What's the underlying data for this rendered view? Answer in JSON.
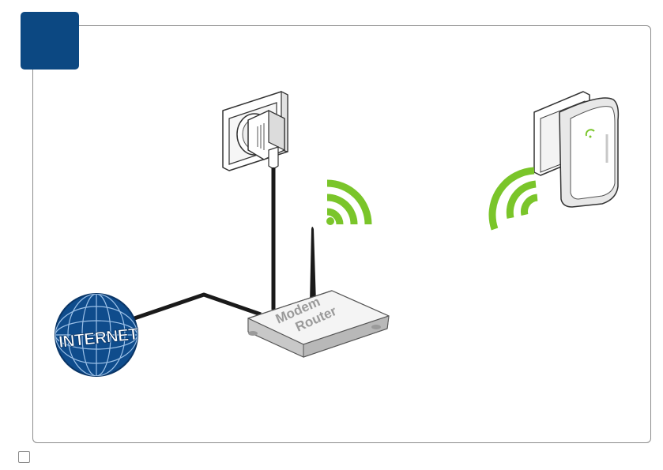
{
  "diagram": {
    "globe_label": "INTERNET",
    "router_label_line1": "Modem",
    "router_label_line2": "Router",
    "colors": {
      "badge": "#0c4882",
      "globe": "#0f4c8c",
      "wifi": "#7ac52a",
      "cable": "#1a1a1a",
      "frame": "#8c8c8c"
    },
    "icons": [
      "wall-socket-icon",
      "power-plug-icon",
      "router-icon",
      "antenna-icon",
      "wifi-signal-icon",
      "globe-icon",
      "wifi-repeater-icon"
    ]
  }
}
